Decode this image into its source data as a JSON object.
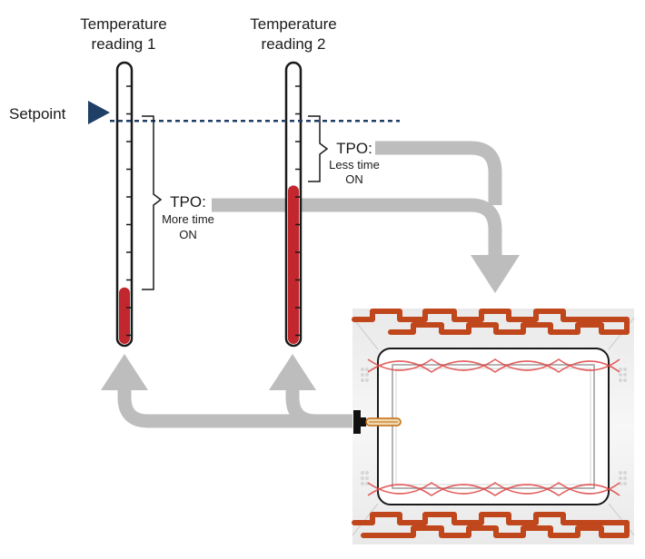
{
  "thermometer_1": {
    "title_line1": "Temperature",
    "title_line2": "reading 1",
    "fill_fraction": 0.2
  },
  "thermometer_2": {
    "title_line1": "Temperature",
    "title_line2": "reading 2",
    "fill_fraction": 0.58
  },
  "setpoint": {
    "label": "Setpoint",
    "level_fraction": 0.82
  },
  "tpo_1": {
    "title": "TPO:",
    "line1": "More time",
    "line2": "ON"
  },
  "tpo_2": {
    "title": "TPO:",
    "line1": "Less time",
    "line2": "ON"
  },
  "colors": {
    "mercury": "#c1272d",
    "heater_coil": "#c0461b",
    "arrow_gray": "#bdbdbd",
    "setpoint_line": "#1f3f66",
    "setpoint_marker": "#1f3f66"
  }
}
